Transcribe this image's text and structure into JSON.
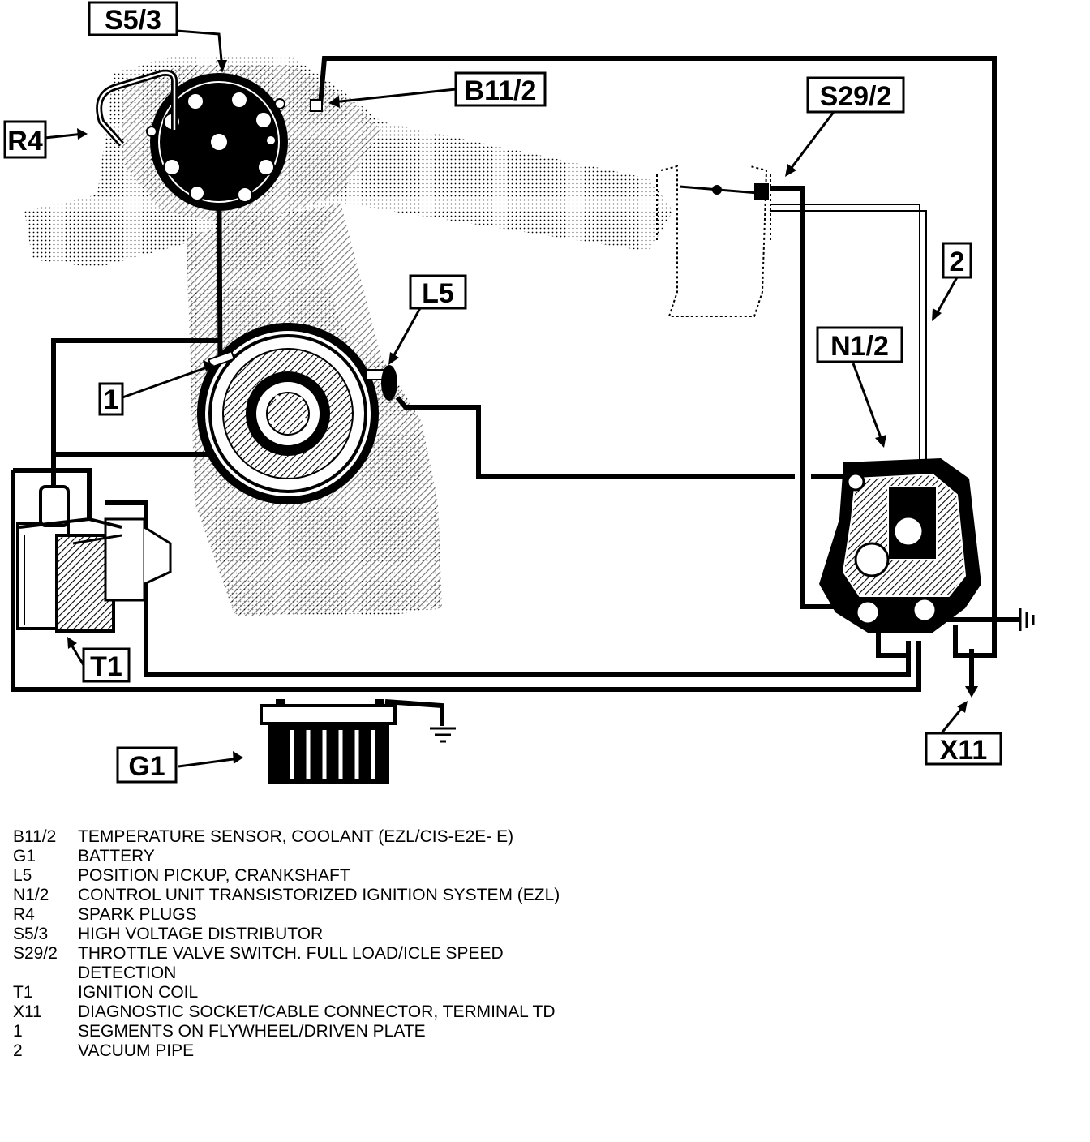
{
  "callouts": {
    "s5_3": "S5/3",
    "b11_2": "B11/2",
    "r4": "R4",
    "s29_2": "S29/2",
    "two": "2",
    "l5": "L5",
    "n1_2": "N1/2",
    "one": "1",
    "t1": "T1",
    "g1": "G1",
    "x11": "X11"
  },
  "legend": [
    {
      "code": "B11/2",
      "desc": "TEMPERATURE SENSOR, COOLANT (EZL/CIS-E2E- E)"
    },
    {
      "code": "G1",
      "desc": "BATTERY"
    },
    {
      "code": "L5",
      "desc": "POSITION PICKUP, CRANKSHAFT"
    },
    {
      "code": "N1/2",
      "desc": "CONTROL UNIT TRANSISTORIZED IGNITION SYSTEM (EZL)"
    },
    {
      "code": "R4",
      "desc": "SPARK PLUGS"
    },
    {
      "code": "S5/3",
      "desc": "HIGH VOLTAGE DISTRIBUTOR"
    },
    {
      "code": "S29/2",
      "desc": "THROTTLE VALVE SWITCH. FULL LOAD/ICLE SPEED DETECTION"
    },
    {
      "code": "T1",
      "desc": "IGNITION COIL"
    },
    {
      "code": "X11",
      "desc": "DIAGNOSTIC SOCKET/CABLE CONNECTOR, TERMINAL TD"
    },
    {
      "code": "1",
      "desc": "SEGMENTS ON FLYWHEEL/DRIVEN PLATE"
    },
    {
      "code": "2",
      "desc": "VACUUM PIPE"
    }
  ]
}
